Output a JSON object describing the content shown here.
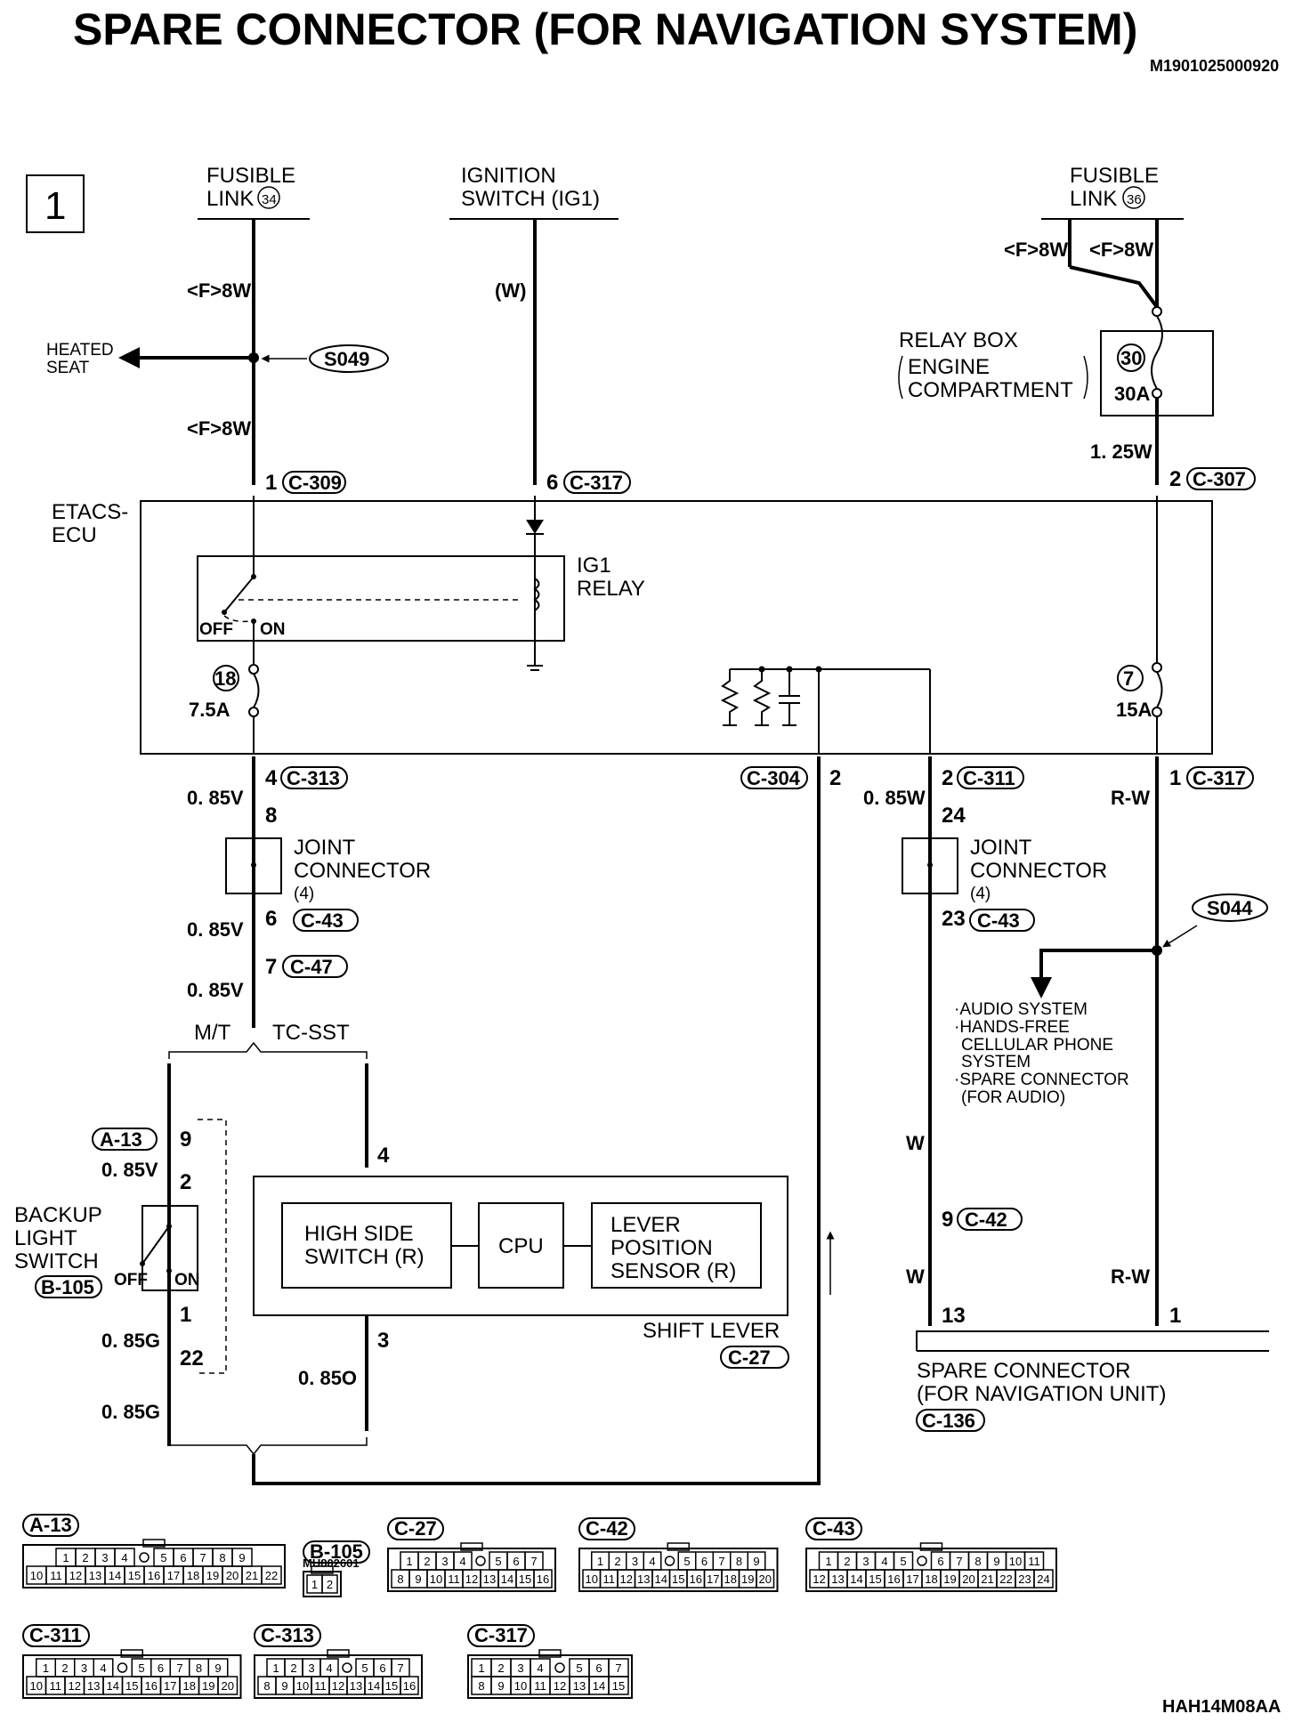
{
  "title": "SPARE CONNECTOR (FOR NAVIGATION SYSTEM)",
  "doc_code": "M1901025000920",
  "figure_code": "HAH14M08AA",
  "page_number": "1",
  "labels": {
    "fusible_link": "FUSIBLE",
    "link": "LINK",
    "fl34_num": "34",
    "fl36_num": "36",
    "ignition_switch_1": "IGNITION",
    "ignition_switch_2": "SWITCH (IG1)",
    "heated_seat_1": "HEATED",
    "heated_seat_2": "SEAT",
    "relay_box_1": "RELAY BOX",
    "relay_box_2": "ENGINE",
    "relay_box_3": "COMPARTMENT",
    "fuse30_num": "30",
    "fuse30_amp": "30A",
    "etacs_1": "ETACS-",
    "etacs_2": "ECU",
    "ig1_relay_1": "IG1",
    "ig1_relay_2": "RELAY",
    "off": "OFF",
    "on": "ON",
    "fuse18_num": "18",
    "fuse18_amp": "7.5A",
    "fuse7_num": "7",
    "fuse7_amp": "15A",
    "joint_connector_1": "JOINT",
    "joint_connector_2": "CONNECTOR",
    "joint_connector_3": "(4)",
    "mt": "M/T",
    "tcsst": "TC-SST",
    "backup_1": "BACKUP",
    "backup_2": "LIGHT",
    "backup_3": "SWITCH",
    "high_side_1": "HIGH SIDE",
    "high_side_2": "SWITCH (R)",
    "cpu": "CPU",
    "lever_1": "LEVER",
    "lever_2": "POSITION",
    "lever_3": "SENSOR (R)",
    "shift_lever": "SHIFT LEVER",
    "audio_1": "·AUDIO SYSTEM",
    "audio_2": "·HANDS-FREE",
    "audio_3": "CELLULAR PHONE",
    "audio_4": "SYSTEM",
    "audio_5": "·SPARE CONNECTOR",
    "audio_6": "(FOR AUDIO)",
    "spare_1": "SPARE CONNECTOR",
    "spare_2": "(FOR NAVIGATION UNIT)",
    "mu_code": "MU802601"
  },
  "splices": {
    "s049": "S049",
    "s044": "S044"
  },
  "wires": {
    "f8w": "<F>8W",
    "w": "(W)",
    "w125": "1. 25W",
    "v085": "0. 85V",
    "w085": "0. 85W",
    "rw": "R-W",
    "wl": "W",
    "g085": "0. 85G",
    "o085": "0. 85O"
  },
  "pins": {
    "p1": "1",
    "p2": "2",
    "p3": "3",
    "p4": "4",
    "p6": "6",
    "p7": "7",
    "p8": "8",
    "p9": "9",
    "p13": "13",
    "p22": "22",
    "p23": "23",
    "p24": "24"
  },
  "connectors": {
    "c309": "C-309",
    "c317": "C-317",
    "c307": "C-307",
    "c313": "C-313",
    "c304": "C-304",
    "c311": "C-311",
    "c43": "C-43",
    "c47": "C-47",
    "a13": "A-13",
    "b105": "B-105",
    "c27": "C-27",
    "c42": "C-42",
    "c136": "C-136"
  },
  "connector_views": [
    {
      "code": "A-13",
      "rows": [
        [
          "1",
          "2",
          "3",
          "4",
          "",
          "5",
          "6",
          "7",
          "8",
          "9"
        ],
        [
          "10",
          "11",
          "12",
          "13",
          "14",
          "15",
          "16",
          "17",
          "18",
          "19",
          "20",
          "21",
          "22"
        ]
      ]
    },
    {
      "code": "B-105",
      "rows": [
        [
          "1",
          "2"
        ]
      ]
    },
    {
      "code": "C-27",
      "rows": [
        [
          "1",
          "2",
          "3",
          "4",
          "",
          "5",
          "6",
          "7"
        ],
        [
          "8",
          "9",
          "10",
          "11",
          "12",
          "13",
          "14",
          "15",
          "16"
        ]
      ]
    },
    {
      "code": "C-42",
      "rows": [
        [
          "1",
          "2",
          "3",
          "4",
          "",
          "5",
          "6",
          "7",
          "8",
          "9"
        ],
        [
          "10",
          "11",
          "12",
          "13",
          "14",
          "15",
          "16",
          "17",
          "18",
          "19",
          "20"
        ]
      ]
    },
    {
      "code": "C-43",
      "rows": [
        [
          "1",
          "2",
          "3",
          "4",
          "5",
          "",
          "6",
          "7",
          "8",
          "9",
          "10",
          "11"
        ],
        [
          "12",
          "13",
          "14",
          "15",
          "16",
          "17",
          "18",
          "19",
          "20",
          "21",
          "22",
          "23",
          "24"
        ]
      ]
    },
    {
      "code": "C-311",
      "rows": [
        [
          "1",
          "2",
          "3",
          "4",
          "",
          "5",
          "6",
          "7",
          "8",
          "9"
        ],
        [
          "10",
          "11",
          "12",
          "13",
          "14",
          "15",
          "16",
          "17",
          "18",
          "19",
          "20"
        ]
      ]
    },
    {
      "code": "C-313",
      "rows": [
        [
          "1",
          "2",
          "3",
          "4",
          "",
          "5",
          "6",
          "7"
        ],
        [
          "8",
          "9",
          "10",
          "11",
          "12",
          "13",
          "14",
          "15",
          "16"
        ]
      ]
    },
    {
      "code": "C-317",
      "rows": [
        [
          "1",
          "2",
          "3",
          "4",
          "",
          "5",
          "6",
          "7"
        ],
        [
          "8",
          "9",
          "10",
          "11",
          "12",
          "13",
          "14",
          "15"
        ]
      ]
    }
  ]
}
